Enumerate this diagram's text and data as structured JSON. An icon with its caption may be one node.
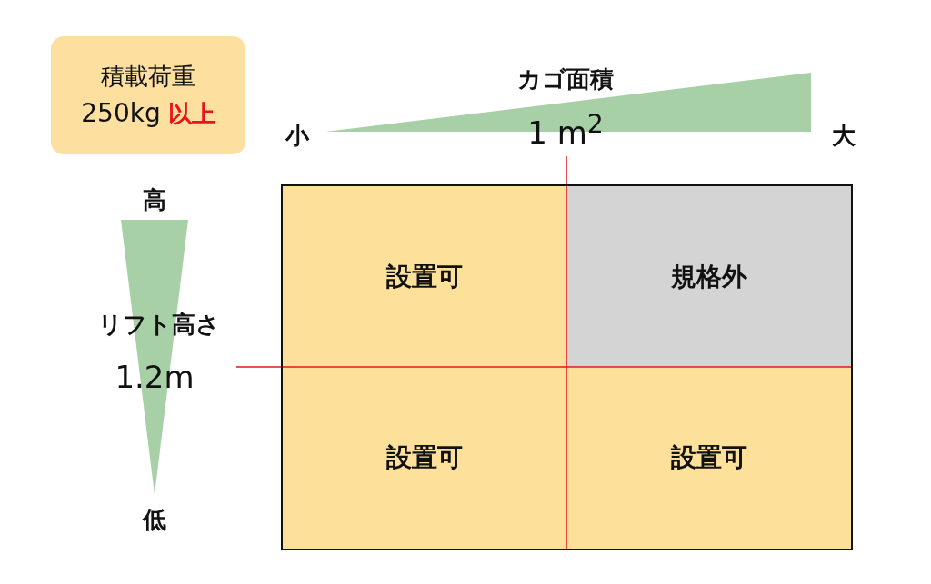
{
  "diagram": {
    "nodes": [
      {
        "text": [
          "積載荷重",
          "250kg",
          "以上"
        ]
      },
      {
        "text": [
          "設置可"
        ]
      },
      {
        "text": [
          "規格外"
        ]
      },
      {
        "text": [
          "設置可"
        ]
      },
      {
        "text": [
          "設置可"
        ]
      }
    ],
    "labels": [
      "カゴ面積",
      "小",
      "1 m$^{2}$",
      "大",
      "高",
      "リフト高さ",
      "1.2m",
      "低"
    ]
  }
}
